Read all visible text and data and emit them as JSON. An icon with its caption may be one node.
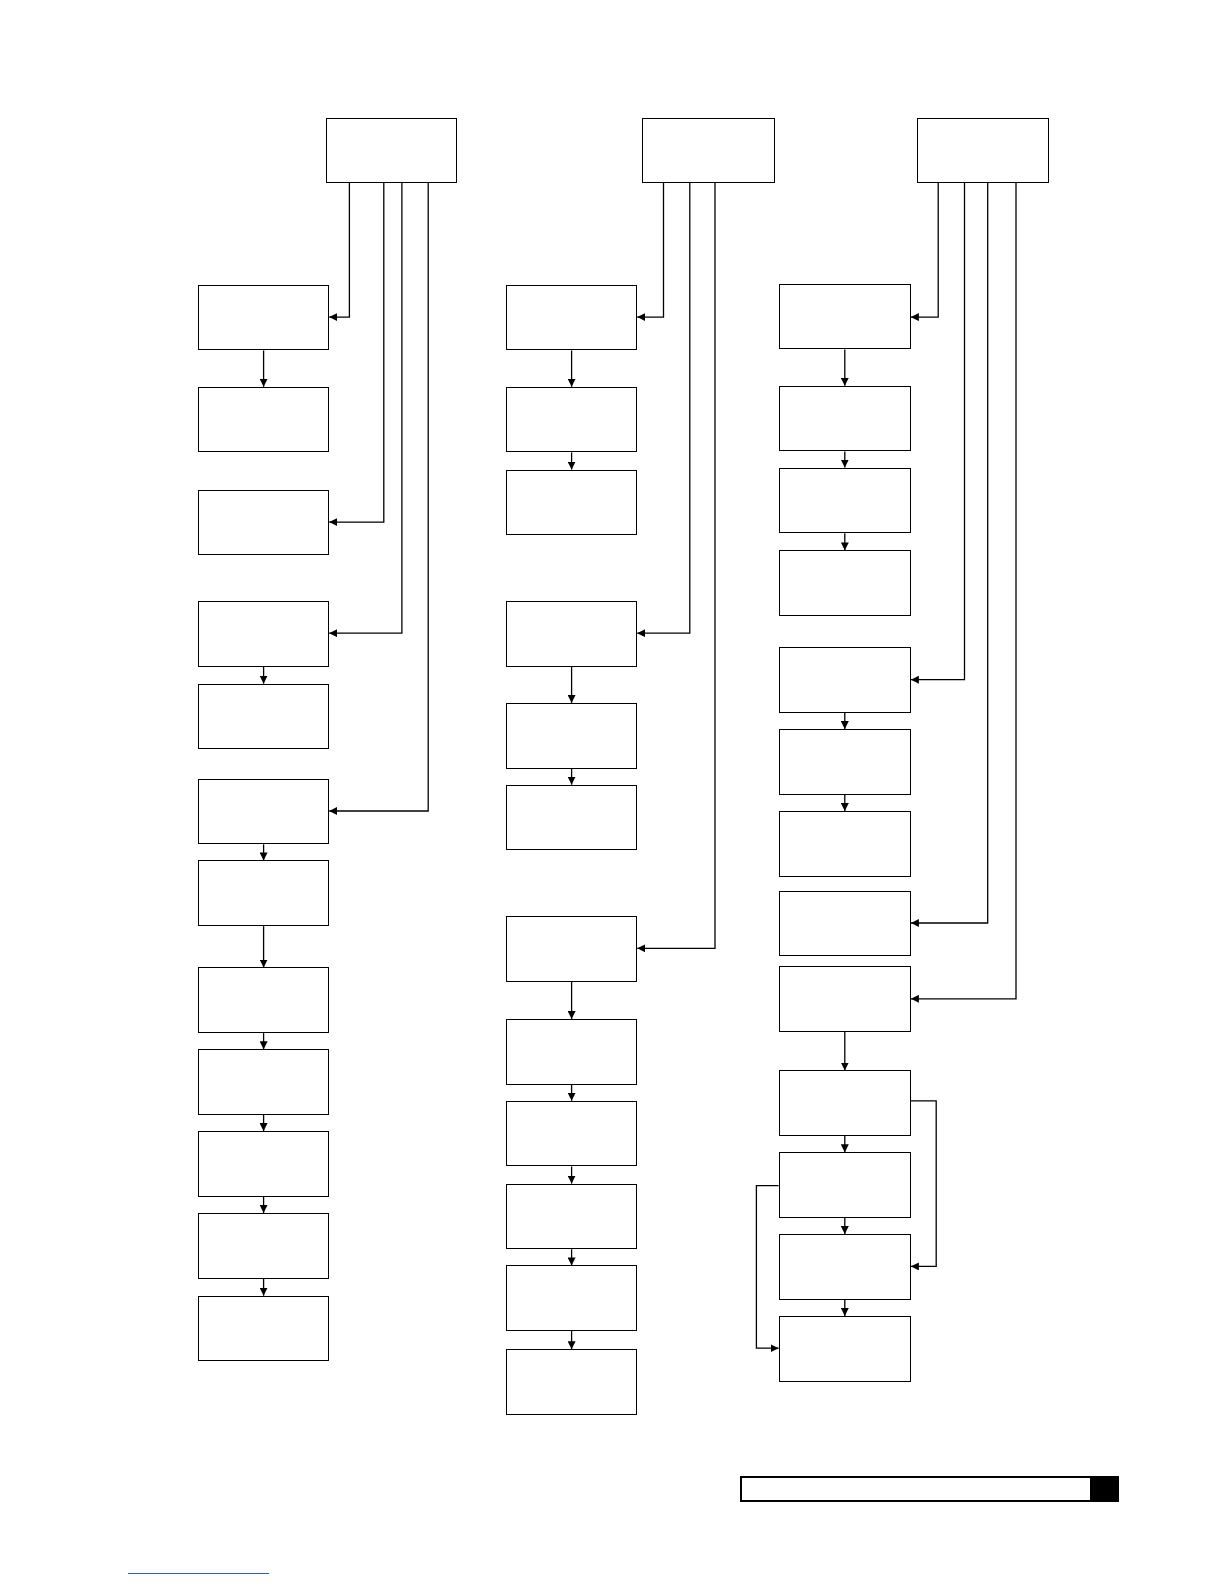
{
  "diagram": {
    "nodes": [
      {
        "text": [],
        "shape": "box"
      },
      {
        "text": [],
        "shape": "box"
      },
      {
        "text": [],
        "shape": "box"
      },
      {
        "text": [],
        "shape": "box"
      },
      {
        "text": [],
        "shape": "box"
      },
      {
        "text": [],
        "shape": "box"
      },
      {
        "text": [],
        "shape": "box"
      },
      {
        "text": [],
        "shape": "box"
      },
      {
        "text": [],
        "shape": "box"
      },
      {
        "text": [],
        "shape": "box"
      },
      {
        "text": [],
        "shape": "box"
      },
      {
        "text": [],
        "shape": "box"
      },
      {
        "text": [],
        "shape": "box"
      },
      {
        "text": [],
        "shape": "box"
      },
      {
        "text": [],
        "shape": "box"
      },
      {
        "text": [],
        "shape": "box"
      },
      {
        "text": [],
        "shape": "box"
      },
      {
        "text": [],
        "shape": "box"
      },
      {
        "text": [],
        "shape": "box"
      },
      {
        "text": [],
        "shape": "box"
      },
      {
        "text": [],
        "shape": "box"
      },
      {
        "text": [],
        "shape": "box"
      },
      {
        "text": [],
        "shape": "box"
      },
      {
        "text": [],
        "shape": "box"
      },
      {
        "text": [],
        "shape": "box"
      },
      {
        "text": [],
        "shape": "box"
      },
      {
        "text": [],
        "shape": "box"
      },
      {
        "text": [],
        "shape": "box"
      },
      {
        "text": [],
        "shape": "box"
      },
      {
        "text": [],
        "shape": "box"
      },
      {
        "text": [],
        "shape": "box"
      },
      {
        "text": [],
        "shape": "box"
      },
      {
        "text": [],
        "shape": "box"
      },
      {
        "text": [],
        "shape": "box"
      },
      {
        "text": [],
        "shape": "box"
      },
      {
        "text": [],
        "shape": "box"
      },
      {
        "text": [],
        "shape": "box"
      },
      {
        "text": [],
        "shape": "box"
      },
      {
        "text": [],
        "shape": "box"
      },
      {
        "text": [],
        "shape": "box"
      }
    ],
    "edges": [
      {
        "from": 0,
        "to": 3,
        "arrow": "to"
      },
      {
        "from": 0,
        "to": 5,
        "arrow": "to"
      },
      {
        "from": 0,
        "to": 6,
        "arrow": "to"
      },
      {
        "from": 0,
        "to": 8,
        "arrow": "to"
      },
      {
        "from": 3,
        "to": 4,
        "arrow": "to"
      },
      {
        "from": 6,
        "to": 7,
        "arrow": "to"
      },
      {
        "from": 8,
        "to": 9,
        "arrow": "to"
      },
      {
        "from": 9,
        "to": 10,
        "arrow": "to"
      },
      {
        "from": 10,
        "to": 11,
        "arrow": "to"
      },
      {
        "from": 11,
        "to": 12,
        "arrow": "to"
      },
      {
        "from": 12,
        "to": 13,
        "arrow": "to"
      },
      {
        "from": 13,
        "to": 14,
        "arrow": "to"
      },
      {
        "from": 1,
        "to": 15,
        "arrow": "to"
      },
      {
        "from": 1,
        "to": 18,
        "arrow": "to"
      },
      {
        "from": 1,
        "to": 21,
        "arrow": "to"
      },
      {
        "from": 15,
        "to": 16,
        "arrow": "to"
      },
      {
        "from": 16,
        "to": 17,
        "arrow": "to"
      },
      {
        "from": 18,
        "to": 19,
        "arrow": "to"
      },
      {
        "from": 19,
        "to": 20,
        "arrow": "to"
      },
      {
        "from": 21,
        "to": 22,
        "arrow": "to"
      },
      {
        "from": 22,
        "to": 23,
        "arrow": "to"
      },
      {
        "from": 23,
        "to": 24,
        "arrow": "to"
      },
      {
        "from": 24,
        "to": 25,
        "arrow": "to"
      },
      {
        "from": 25,
        "to": 26,
        "arrow": "to"
      },
      {
        "from": 2,
        "to": 27,
        "arrow": "to"
      },
      {
        "from": 2,
        "to": 31,
        "arrow": "to"
      },
      {
        "from": 2,
        "to": 34,
        "arrow": "to"
      },
      {
        "from": 2,
        "to": 35,
        "arrow": "to"
      },
      {
        "from": 27,
        "to": 28,
        "arrow": "to"
      },
      {
        "from": 28,
        "to": 29,
        "arrow": "to"
      },
      {
        "from": 29,
        "to": 30,
        "arrow": "to"
      },
      {
        "from": 31,
        "to": 32,
        "arrow": "to"
      },
      {
        "from": 32,
        "to": 33,
        "arrow": "to"
      },
      {
        "from": 35,
        "to": 36,
        "arrow": "to"
      },
      {
        "from": 36,
        "to": 37,
        "arrow": "to"
      },
      {
        "from": 37,
        "to": 38,
        "arrow": "to"
      },
      {
        "from": 38,
        "to": 39,
        "arrow": "to"
      },
      {
        "from": 36,
        "to": 38,
        "arrow": "to"
      },
      {
        "from": 37,
        "to": 39,
        "arrow": "to"
      }
    ]
  }
}
